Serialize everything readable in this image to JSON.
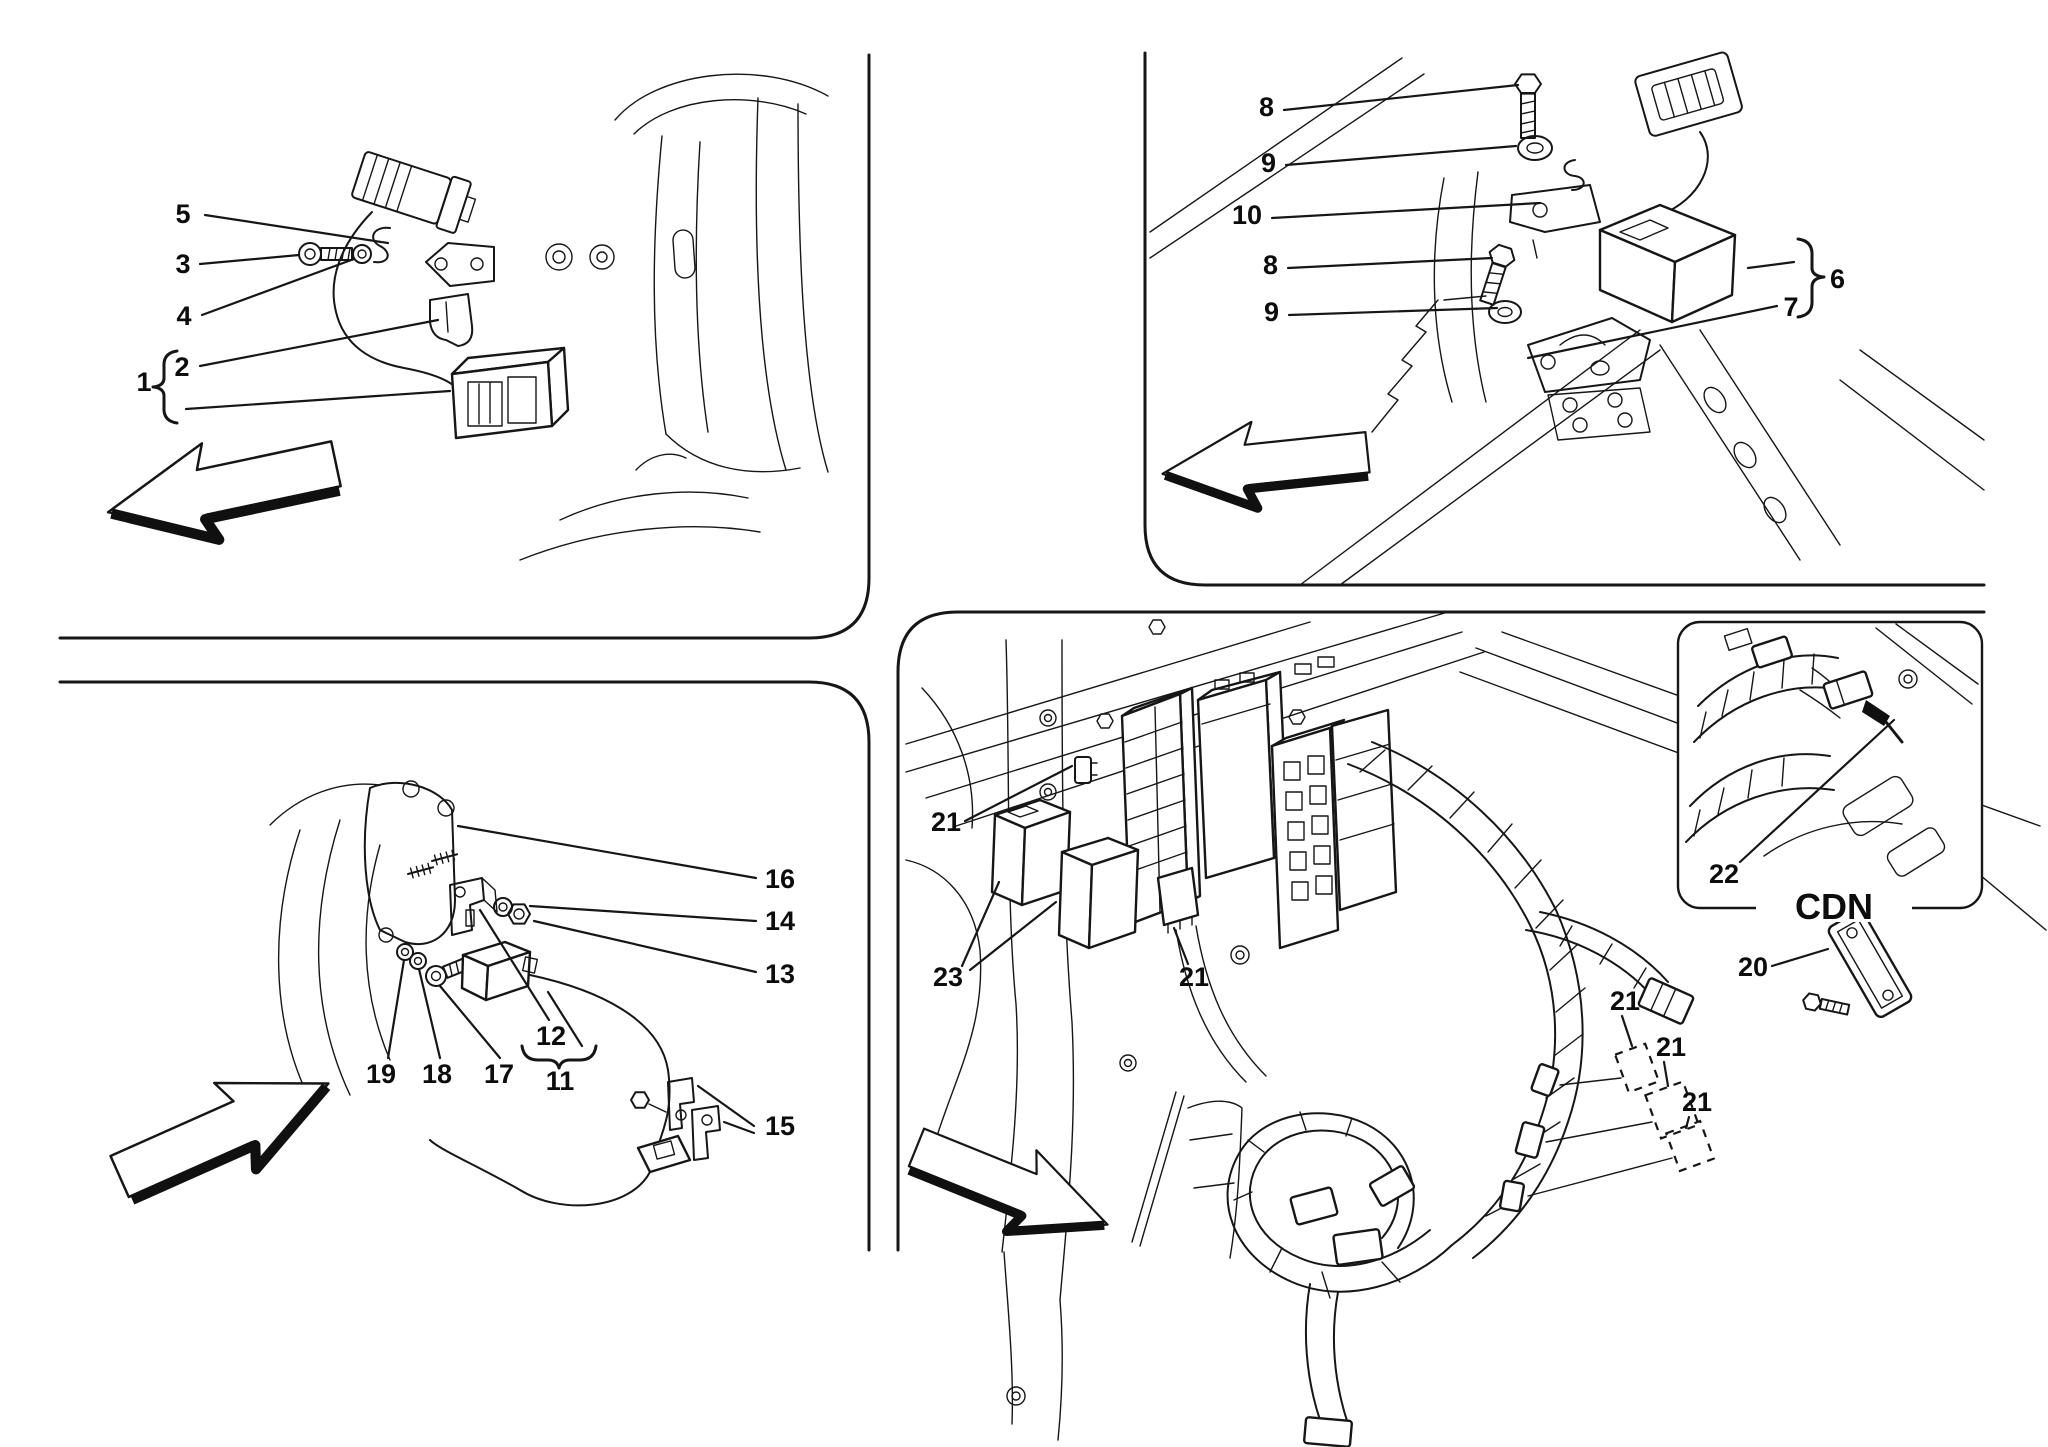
{
  "paper_color": "#ffffff",
  "ink_color": "#161616",
  "panels": {
    "top_left": {
      "callouts": {
        "c5": "5",
        "c3": "3",
        "c4": "4",
        "c2": "2",
        "c1": "1"
      }
    },
    "top_right": {
      "callouts": {
        "c8_top": "8",
        "c9_top": "9",
        "c10": "10",
        "c8_bottom": "8",
        "c9_bottom": "9",
        "c6": "6",
        "c7": "7"
      }
    },
    "bottom_left": {
      "callouts": {
        "c16": "16",
        "c14": "14",
        "c13": "13",
        "c19": "19",
        "c18": "18",
        "c17": "17",
        "c12": "12",
        "c11": "11",
        "c15": "15"
      }
    },
    "bottom_right": {
      "callouts": {
        "c21_clip": "21",
        "c23": "23",
        "c21_relay": "21",
        "c20": "20",
        "c21_conn_a": "21",
        "c21_conn_b": "21",
        "c21_conn_c": "21"
      },
      "inset": {
        "c22": "22",
        "caption": "CDN"
      }
    }
  }
}
